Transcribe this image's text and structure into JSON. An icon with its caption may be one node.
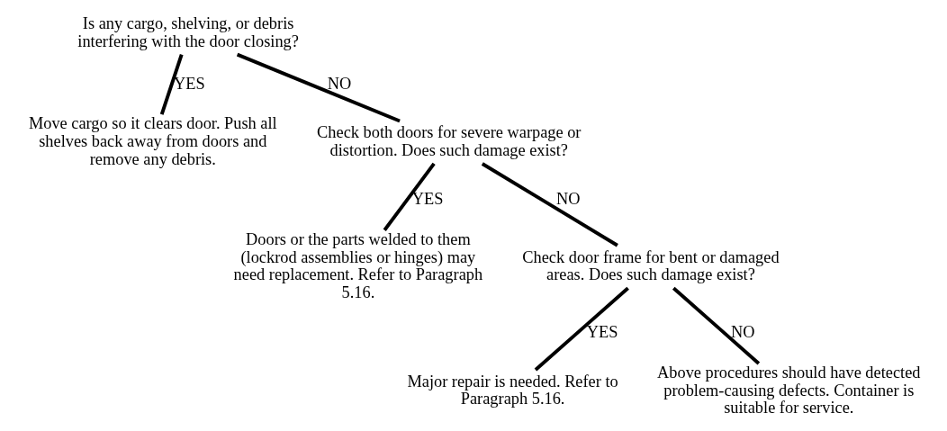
{
  "diagram": {
    "nodes": [
      {
        "text": [
          "Is any cargo, shelving, or debris interfering with the door closing?"
        ]
      },
      {
        "text": [
          "Move cargo so it clears door. Push all shelves back away from doors and remove any debris."
        ]
      },
      {
        "text": [
          "Check both doors for severe warpage or distortion. Does such damage exist?"
        ]
      },
      {
        "text": [
          "Doors or the parts welded to them (lockrod assemblies or hinges) may need replacement. Refer to Paragraph 5.16."
        ]
      },
      {
        "text": [
          "Check door frame for bent or damaged areas. Does such damage exist?"
        ]
      },
      {
        "text": [
          "Major repair is needed. Refer to Paragraph 5.16."
        ]
      },
      {
        "text": [
          "Above procedures should have detected problem-causing defects. Container is suitable for service."
        ]
      }
    ],
    "edges": [
      {
        "from": 0,
        "to": 1,
        "arrow": "none",
        "label": "YES"
      },
      {
        "from": 0,
        "to": 2,
        "arrow": "none",
        "label": "NO"
      },
      {
        "from": 2,
        "to": 3,
        "arrow": "none",
        "label": "YES"
      },
      {
        "from": 2,
        "to": 4,
        "arrow": "none",
        "label": "NO"
      },
      {
        "from": 4,
        "to": 5,
        "arrow": "none",
        "label": "YES"
      },
      {
        "from": 4,
        "to": 6,
        "arrow": "none",
        "label": "NO"
      }
    ]
  }
}
